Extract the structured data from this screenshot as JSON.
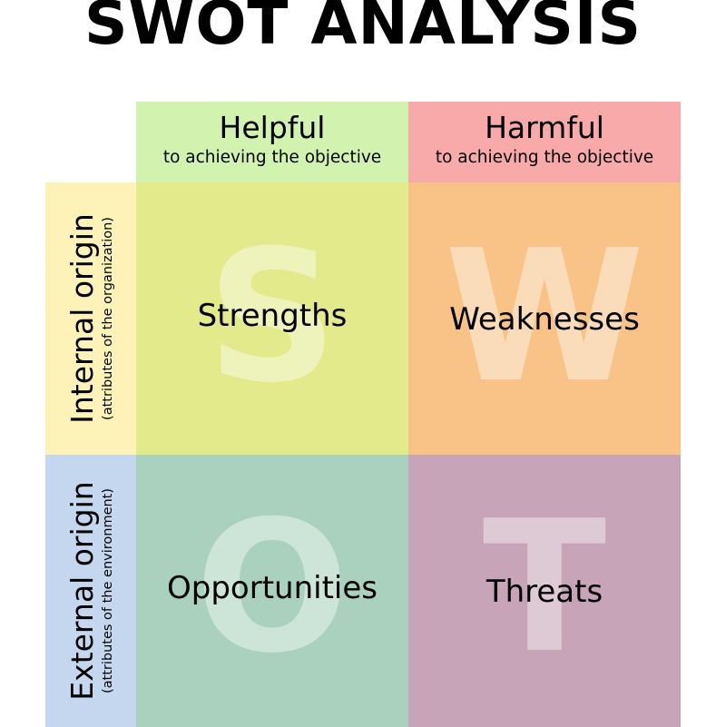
{
  "title": "SWOT ANALYSIS",
  "columns": {
    "helpful": {
      "main": "Helpful",
      "sub": "to achieving the objective",
      "color": "#d2f2b0"
    },
    "harmful": {
      "main": "Harmful",
      "sub": "to achieving the objective",
      "color": "#f8a9a9"
    }
  },
  "rows": {
    "internal": {
      "main": "Internal origin",
      "sub": "(attributes of the organization)",
      "color": "#fdf3b8"
    },
    "external": {
      "main": "External origin",
      "sub": "(attributes of the environment)",
      "color": "#c4d7ef"
    }
  },
  "quadrants": {
    "strengths": {
      "letter": "S",
      "label": "Strengths",
      "color": "#e2ea8c"
    },
    "weaknesses": {
      "letter": "W",
      "label": "Weaknesses",
      "color": "#f9c388"
    },
    "opportunities": {
      "letter": "O",
      "label": "Opportunities",
      "color": "#a9d1bd"
    },
    "threats": {
      "letter": "T",
      "label": "Threats",
      "color": "#c7a4b7"
    }
  }
}
